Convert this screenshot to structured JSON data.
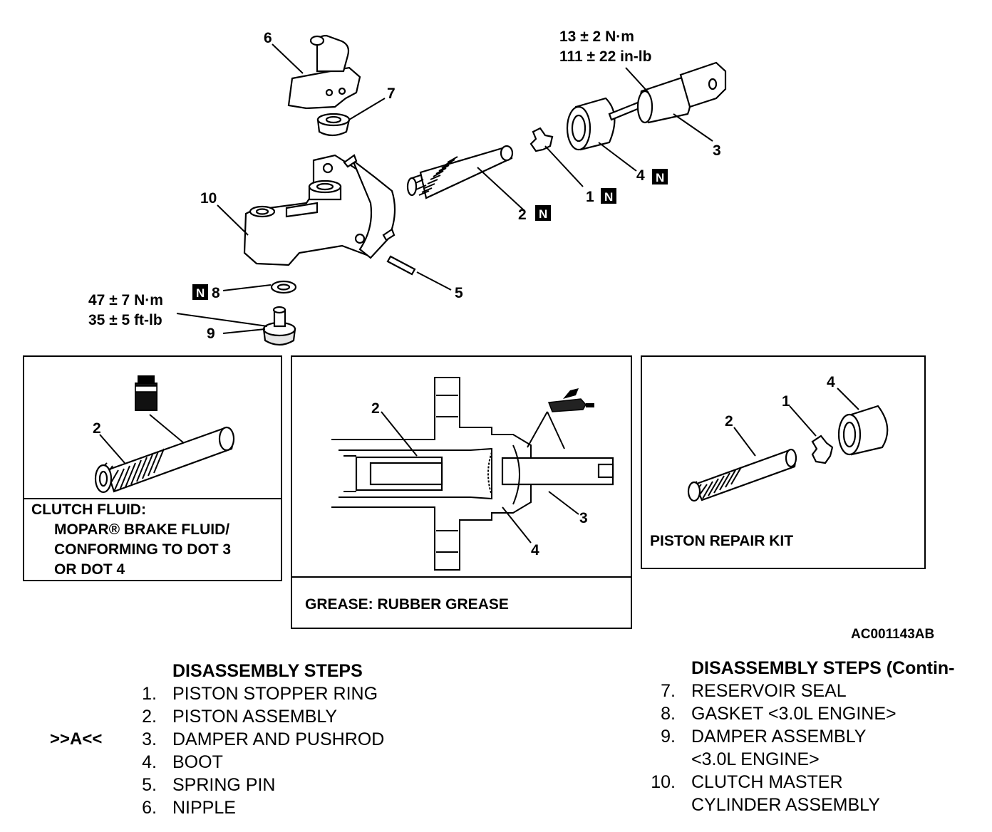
{
  "torque_top": {
    "line1": "13 ± 2 N·m",
    "line2": "111 ± 22 in-lb"
  },
  "torque_bottom": {
    "line1": "47 ± 7 N·m",
    "line2": "35 ± 5 ft-lb"
  },
  "callouts": {
    "c1": "1",
    "c2": "2",
    "c3": "3",
    "c4": "4",
    "c5": "5",
    "c6": "6",
    "c7": "7",
    "c8": "8",
    "c9": "9",
    "c10": "10"
  },
  "new_part_badge": "N",
  "panel_fluid": {
    "callout": "2",
    "heading": "CLUTCH FLUID:",
    "line1": "MOPAR® BRAKE FLUID/",
    "line2": "CONFORMING TO DOT 3",
    "line3": "OR DOT 4"
  },
  "panel_grease": {
    "callout2": "2",
    "callout3": "3",
    "callout4": "4",
    "caption": "GREASE: RUBBER GREASE"
  },
  "panel_kit": {
    "callout1": "1",
    "callout2": "2",
    "callout4": "4",
    "caption": "PISTON REPAIR KIT"
  },
  "figure_code": "AC001143AB",
  "steps_left": {
    "heading": "DISASSEMBLY STEPS",
    "marker": ">>A<<",
    "items": [
      {
        "num": "1.",
        "text": "PISTON STOPPER RING"
      },
      {
        "num": "2.",
        "text": "PISTON ASSEMBLY"
      },
      {
        "num": "3.",
        "text": "DAMPER AND PUSHROD"
      },
      {
        "num": "4.",
        "text": "BOOT"
      },
      {
        "num": "5.",
        "text": "SPRING PIN"
      },
      {
        "num": "6.",
        "text": "NIPPLE"
      }
    ]
  },
  "steps_right": {
    "heading": "DISASSEMBLY STEPS (Contin-",
    "items": [
      {
        "num": "7.",
        "text": "RESERVOIR SEAL"
      },
      {
        "num": "8.",
        "text": "GASKET <3.0L ENGINE>"
      },
      {
        "num": "9.",
        "text": "DAMPER ASSEMBLY"
      },
      {
        "num": "",
        "text": "<3.0L ENGINE>"
      },
      {
        "num": "10.",
        "text": "CLUTCH MASTER"
      },
      {
        "num": "",
        "text": "CYLINDER ASSEMBLY"
      }
    ]
  }
}
